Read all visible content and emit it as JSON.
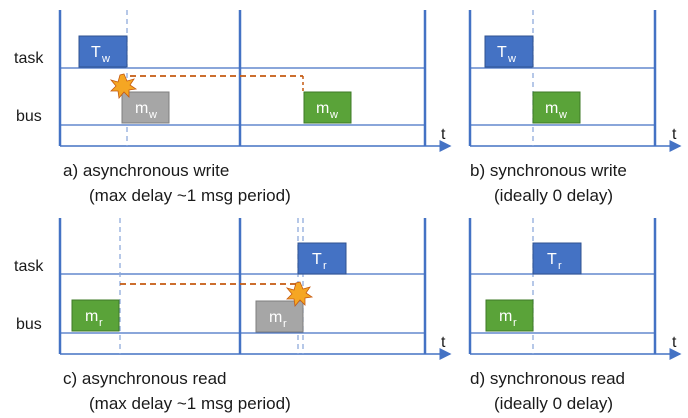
{
  "rows": {
    "task": "task",
    "bus": "bus"
  },
  "axis": {
    "t": "t"
  },
  "panels": {
    "a": {
      "caption1": "a) asynchronous write",
      "caption2": "(max delay ~1 msg period)",
      "task_box": "T",
      "task_sub": "w",
      "bus_box": "m",
      "bus_sub": "w"
    },
    "b": {
      "caption1": "b) synchronous write",
      "caption2": "(ideally 0 delay)",
      "task_box": "T",
      "task_sub": "w",
      "bus_box": "m",
      "bus_sub": "w"
    },
    "c": {
      "caption1": "c) asynchronous read",
      "caption2": "(max delay ~1 msg period)",
      "task_box": "T",
      "task_sub": "r",
      "bus_box": "m",
      "bus_sub": "r"
    },
    "d": {
      "caption1": "d) synchronous read",
      "caption2": "(ideally 0 delay)",
      "task_box": "T",
      "task_sub": "r",
      "bus_box": "m",
      "bus_sub": "r"
    }
  },
  "colors": {
    "task": "#4472c4",
    "bus_new": "#5aa339",
    "bus_old": "#a6a6a6",
    "line": "#4472c4",
    "delay": "#c55a11",
    "burst": "#f5a623"
  }
}
